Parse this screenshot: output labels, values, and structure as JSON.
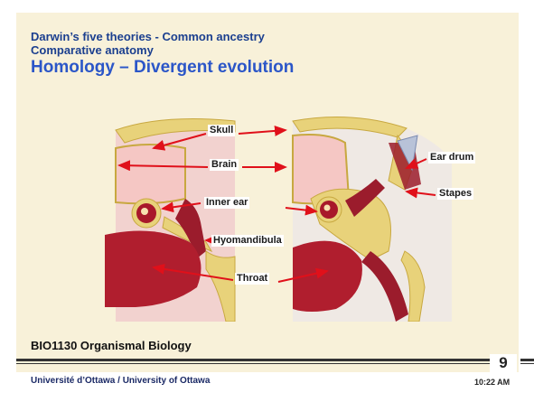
{
  "slide": {
    "title_line1": "Darwin’s five theories - Common ancestry",
    "title_line2": "Comparative anatomy",
    "title_main": "Homology – Divergent evolution",
    "course": "BIO1130 Organismal Biology",
    "university": "Université d’Ottawa / University of Ottawa",
    "page_number": "9",
    "time": "10:22 AM"
  },
  "figure": {
    "labels": {
      "skull": "Skull",
      "brain": "Brain",
      "inner_ear": "Inner ear",
      "hyomandibula": "Hyomandibula",
      "throat": "Throat",
      "ear_drum": "Ear drum",
      "stapes": "Stapes"
    }
  },
  "colors": {
    "title_dark_blue": "#1b3f8f",
    "title_blue": "#2b56c8",
    "arrow_red": "#e0101a",
    "bone_yellow": "#e8d27a",
    "tissue_pink": "#f2d2cf",
    "throat_red": "#b01e2e"
  }
}
